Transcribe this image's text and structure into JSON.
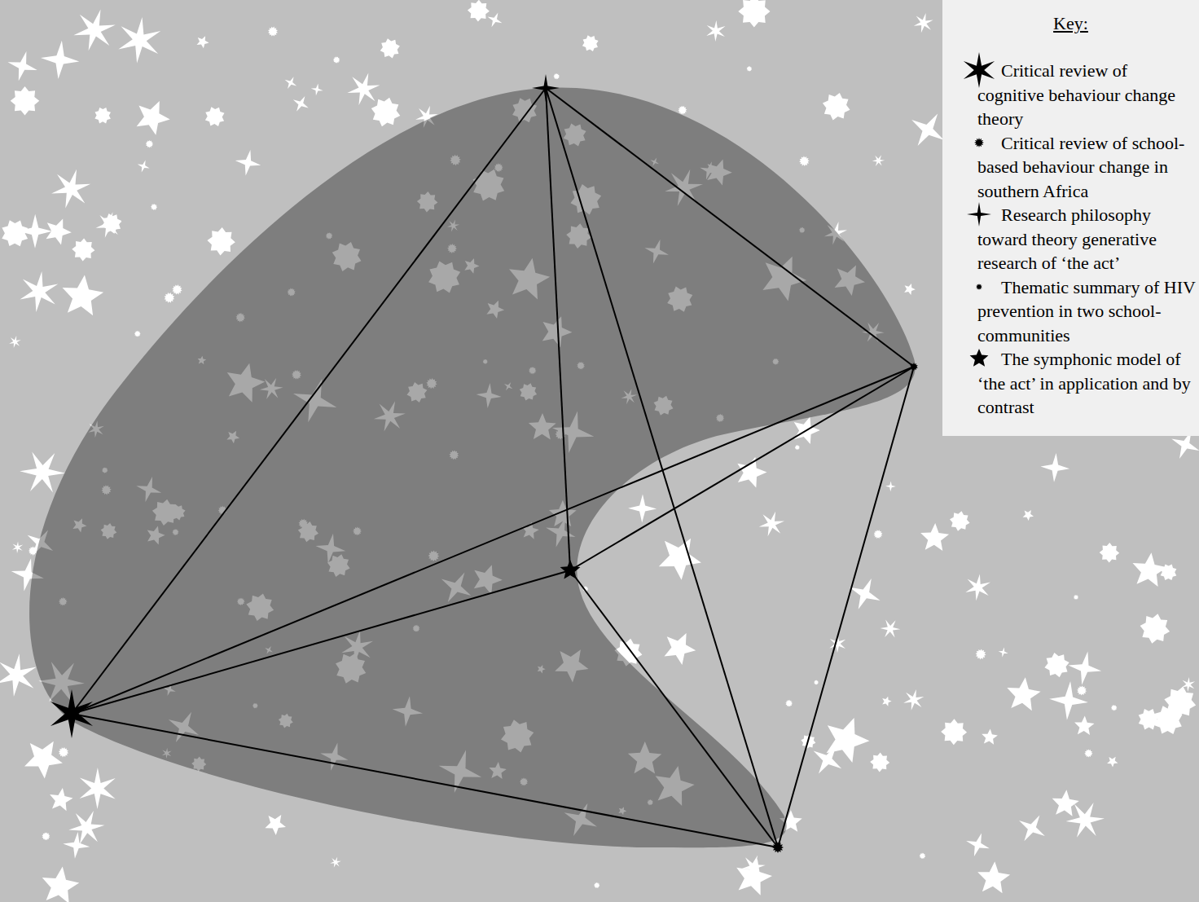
{
  "diagram": {
    "labels": [
      "Key:"
    ],
    "legend": [
      {
        "text": "Critical review of cognitive behaviour change theory"
      },
      {
        "text": "Critical review of school-based behaviour change in southern Africa"
      },
      {
        "text": "Research philosophy toward theory generative research of ‘the act’"
      },
      {
        "text": "Thematic summary of HIV prevention in two school-communities"
      },
      {
        "text": "The symphonic model of ‘the act’ in application and by contrast"
      }
    ]
  }
}
